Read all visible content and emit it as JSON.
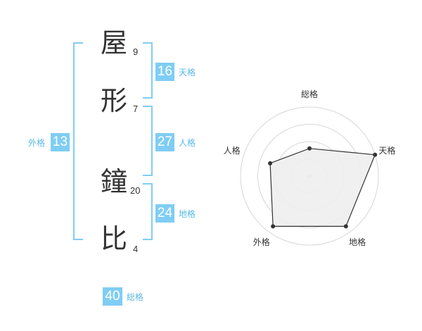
{
  "name_chars": [
    {
      "char": "屋",
      "strokes": "9"
    },
    {
      "char": "形",
      "strokes": "7"
    },
    {
      "char": "鐘",
      "strokes": "20"
    },
    {
      "char": "比",
      "strokes": "4"
    }
  ],
  "fortunes": {
    "tenkaku": {
      "value": "16",
      "label": "天格"
    },
    "jinkaku": {
      "value": "27",
      "label": "人格"
    },
    "chikaku": {
      "value": "24",
      "label": "地格"
    },
    "gaikaku": {
      "value": "13",
      "label": "外格"
    },
    "soukaku": {
      "value": "40",
      "label": "総格"
    }
  },
  "colors": {
    "accent": "#7fcdf4",
    "label": "#5bb8e8",
    "text": "#333333"
  },
  "chart_data": {
    "type": "radar",
    "axes": [
      "総格",
      "天格",
      "地格",
      "外格",
      "人格"
    ],
    "values": [
      0.4,
      1.0,
      0.9,
      0.9,
      0.6
    ],
    "range": [
      0,
      1
    ],
    "grid_rings": 4
  }
}
